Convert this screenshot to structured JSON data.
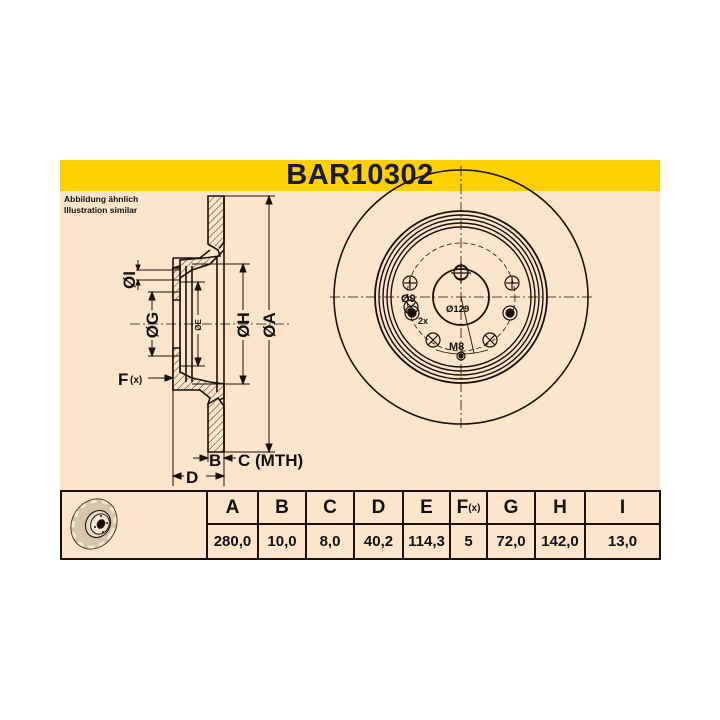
{
  "header": {
    "part_number": "BAR10302"
  },
  "note": {
    "line1": "Abbildung ähnlich",
    "line2": "Illustration similar"
  },
  "section_view": {
    "labels": {
      "dia_I": "ØI",
      "dia_G": "ØG",
      "dia_E": "ØE",
      "dia_H": "ØH",
      "dia_A": "ØA",
      "F_main": "F",
      "F_sub": "(x)",
      "B": "B",
      "C": "C (MTH)",
      "D": "D"
    }
  },
  "front_view": {
    "labels": {
      "center_bore": "Ø129",
      "hole_dia": "Ø9",
      "hole_count": "2x",
      "thread": "M8"
    }
  },
  "thumbnail": {
    "icon": "brake-disc-icon"
  },
  "table": {
    "headers": [
      {
        "key": "A",
        "label": "A"
      },
      {
        "key": "B",
        "label": "B"
      },
      {
        "key": "C",
        "label": "C"
      },
      {
        "key": "D",
        "label": "D"
      },
      {
        "key": "E",
        "label": "E"
      },
      {
        "key": "F",
        "label": "F",
        "sub": "(x)"
      },
      {
        "key": "G",
        "label": "G"
      },
      {
        "key": "H",
        "label": "H"
      },
      {
        "key": "I",
        "label": "I"
      }
    ],
    "values": [
      "280,0",
      "10,0",
      "8,0",
      "40,2",
      "114,3",
      "5",
      "72,0",
      "142,0",
      "13,0"
    ]
  },
  "colors": {
    "banner": "#fdd000",
    "background": "#fde5cc",
    "title_text": "#1a1a40",
    "line": "#1a1008"
  }
}
